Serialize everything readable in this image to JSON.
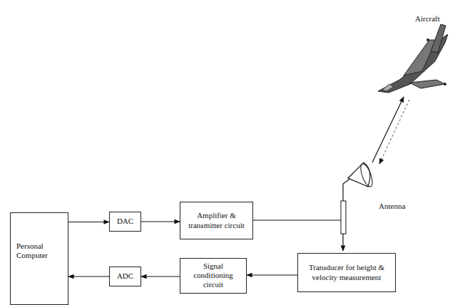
{
  "diagram": {
    "nodes": [
      {
        "text": [
          "Personal Computer"
        ]
      },
      {
        "text": [
          "DAC"
        ]
      },
      {
        "text": [
          "Amplifier & transmitter circuit"
        ]
      },
      {
        "text": [
          "ADC"
        ]
      },
      {
        "text": [
          "Signal conditioning circuit"
        ]
      },
      {
        "text": [
          "Transducer for height & velocity measurement"
        ]
      }
    ],
    "edges": [
      {
        "from": 0,
        "to": 1,
        "arrow": "to"
      },
      {
        "from": 1,
        "to": 2,
        "arrow": "to"
      },
      {
        "from": 5,
        "to": 4,
        "arrow": "to"
      },
      {
        "from": 4,
        "to": 3,
        "arrow": "to"
      },
      {
        "from": 3,
        "to": 0,
        "arrow": "to"
      }
    ],
    "labels": [
      "Aircraft",
      "Antenna"
    ]
  }
}
